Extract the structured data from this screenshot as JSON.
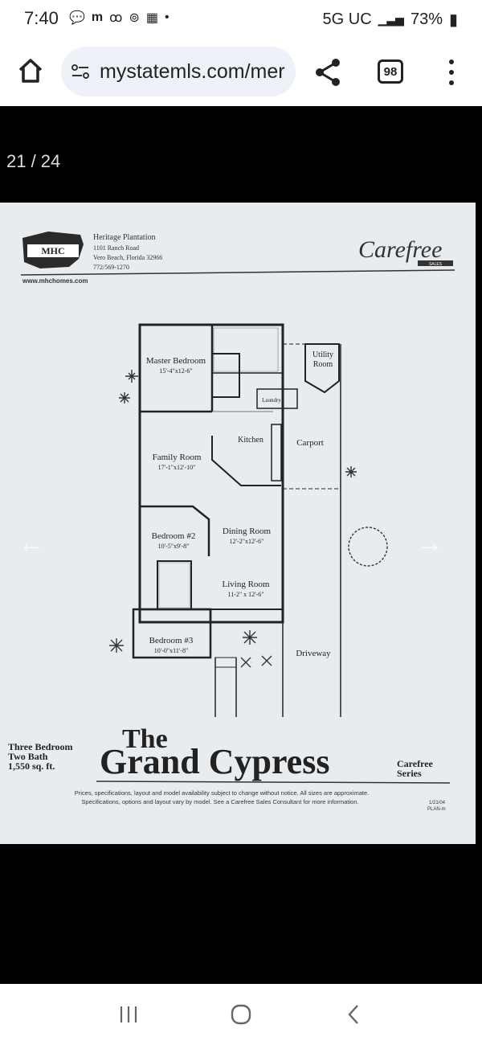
{
  "status": {
    "time": "7:40",
    "network": "5G UC",
    "battery": "73%"
  },
  "browser": {
    "url": "mystatemls.com/mer",
    "tab_count": "98"
  },
  "viewer": {
    "counter": "21 / 24"
  },
  "flyer": {
    "brand": "MHC",
    "company_name": "Heritage Plantation",
    "address1": "1101 Ranch Road",
    "address2": "Vero Beach, Florida 32966",
    "phone": "772/569-1270",
    "website": "www.mhchomes.com",
    "carefree_logo": "Carefree",
    "carefree_sub": "SALES",
    "rooms": {
      "master": "Master Bedroom",
      "master_dim": "15'-4\"x12-6\"",
      "family": "Family Room",
      "family_dim": "17'-1\"x12'-10\"",
      "kitchen": "Kitchen",
      "laundry": "Laundry",
      "utility1": "Utility",
      "utility2": "Room",
      "carport": "Carport",
      "bed2": "Bedroom #2",
      "bed2_dim": "10'-5\"x9'-8\"",
      "dining": "Dining Room",
      "dining_dim": "12'-2\"x12'-6\"",
      "living": "Living Room",
      "living_dim": "11-2\" x 12'-6\"",
      "bed3": "Bedroom #3",
      "bed3_dim": "10'-0\"x11'-8\"",
      "driveway": "Driveway"
    },
    "spec1": "Three Bedroom",
    "spec2": "Two Bath",
    "spec3": "1,550 sq. ft.",
    "title_the": "The",
    "title_main": "Grand Cypress",
    "series1": "Carefree",
    "series2": "Series",
    "disclaimer1": "Prices, specifications, layout and model availability subject to change without notice. All sizes are approximate.",
    "disclaimer2": "Specifications, options and layout vary by model. See a Carefree Sales Consultant for more information.",
    "plan_code1": "1/21/04",
    "plan_code2": "PLAN-m"
  }
}
